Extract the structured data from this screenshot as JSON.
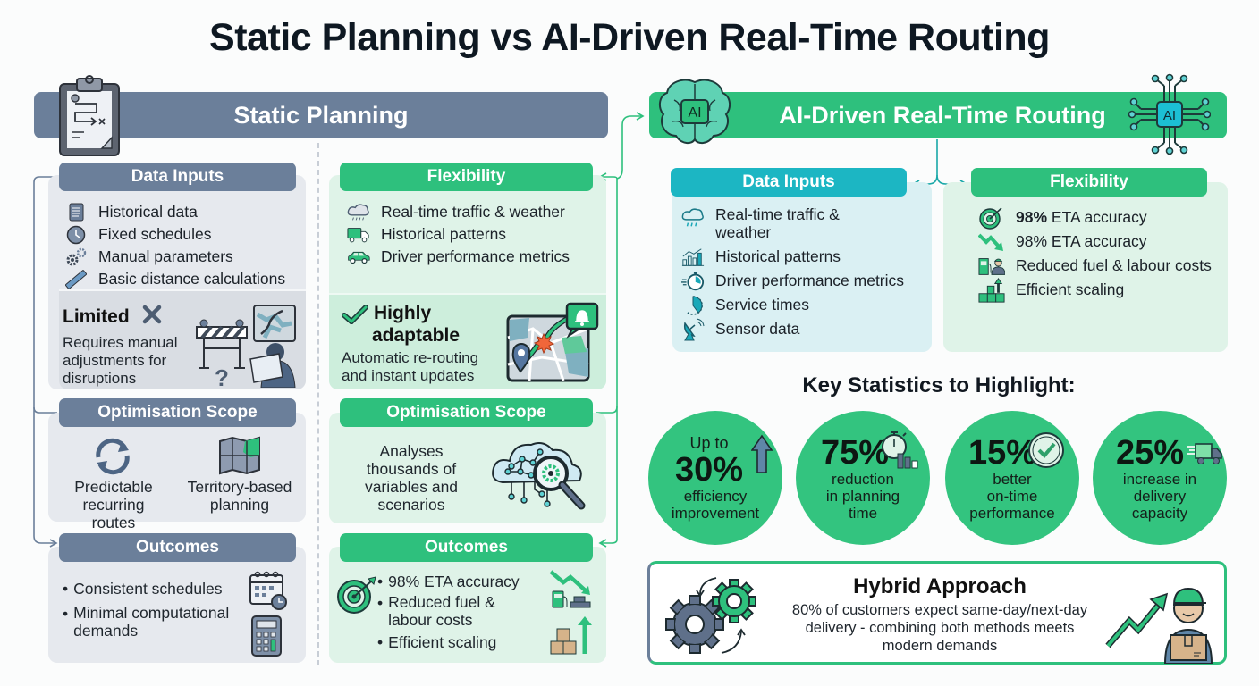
{
  "title": "Static Planning vs AI-Driven Real-Time Routing",
  "static": {
    "banner": "Static Planning",
    "data_inputs": {
      "header": "Data Inputs",
      "items": [
        {
          "icon": "document-icon",
          "label": "Historical data"
        },
        {
          "icon": "clock-icon",
          "label": "Fixed schedules"
        },
        {
          "icon": "gears-icon",
          "label": "Manual parameters"
        },
        {
          "icon": "ruler-icon",
          "label": "Basic distance calculations"
        }
      ]
    },
    "flexibility": {
      "heading": "Limited",
      "icon": "x-icon",
      "description": "Requires manual adjustments for disruptions"
    },
    "optimisation_scope": {
      "header": "Optimisation Scope",
      "items": [
        {
          "icon": "recurring-arrows-icon",
          "label": "Predictable recurring routes"
        },
        {
          "icon": "territory-map-icon",
          "label": "Territory-based planning"
        }
      ]
    },
    "outcomes": {
      "header": "Outcomes",
      "items": [
        "Consistent schedules",
        "Minimal computational demands"
      ]
    }
  },
  "ai_middle": {
    "flexibility": {
      "header": "Flexibility",
      "items": [
        {
          "icon": "cloud-rain-icon",
          "label": "Real-time traffic & weather"
        },
        {
          "icon": "truck-icon",
          "label": "Historical patterns"
        },
        {
          "icon": "car-icon",
          "label": "Driver performance metrics"
        }
      ],
      "heading_line1": "Highly",
      "heading_line2": "adaptable",
      "description": "Automatic re-routing and instant updates"
    },
    "optimisation_scope": {
      "header": "Optimisation Scope",
      "description": "Analyses thousands of variables and scenarios"
    },
    "outcomes": {
      "header": "Outcomes",
      "items": [
        "98% ETA accuracy",
        "Reduced fuel & labour costs",
        "Efficient scaling"
      ]
    }
  },
  "ai": {
    "banner": "AI-Driven Real-Time Routing",
    "chip_label": "AI",
    "data_inputs": {
      "header": "Data Inputs",
      "items": [
        {
          "icon": "cloud-rain-icon",
          "label": "Real-time traffic & weather"
        },
        {
          "icon": "bar-chart-icon",
          "label": "Historical patterns"
        },
        {
          "icon": "stopwatch-icon",
          "label": "Driver performance metrics"
        },
        {
          "icon": "pie-clock-icon",
          "label": "Service times"
        },
        {
          "icon": "satellite-dish-icon",
          "label": "Sensor data"
        }
      ]
    },
    "flexibility": {
      "header": "Flexibility",
      "items": [
        {
          "icon": "target-icon",
          "bold": "98%",
          "label": "ETA accuracy"
        },
        {
          "icon": "trend-down-icon",
          "bold": "",
          "label": "98% ETA accuracy"
        },
        {
          "icon": "fuel-worker-icon",
          "bold": "",
          "label": "Reduced fuel & labour costs"
        },
        {
          "icon": "boxes-growth-icon",
          "bold": "",
          "label": "Efficient scaling"
        }
      ]
    }
  },
  "key_stats": {
    "title": "Key Statistics to Highlight:",
    "items": [
      {
        "prefix": "Up to",
        "value": "30%",
        "line1": "efficiency",
        "line2": "improvement",
        "line3": "",
        "icon": "arrow-up-icon"
      },
      {
        "prefix": "",
        "value": "75%",
        "line1": "reduction",
        "line2": "in planning",
        "line3": "time",
        "icon": "stopwatch-bars-icon"
      },
      {
        "prefix": "",
        "value": "15%",
        "line1": "better",
        "line2": "on-time",
        "line3": "performance",
        "icon": "clock-check-icon"
      },
      {
        "prefix": "",
        "value": "25%",
        "line1": "increase in",
        "line2": "delivery",
        "line3": "capacity",
        "icon": "fast-truck-icon"
      }
    ]
  },
  "hybrid": {
    "title": "Hybrid Approach",
    "body": "80% of customers expect same-day/next-day delivery - combining both methods meets modern demands"
  },
  "colors": {
    "static_slate": "#6b7f9a",
    "ai_green": "#2ec07d",
    "ai_teal": "#1cb6c3",
    "stat_green": "#33c47f"
  }
}
